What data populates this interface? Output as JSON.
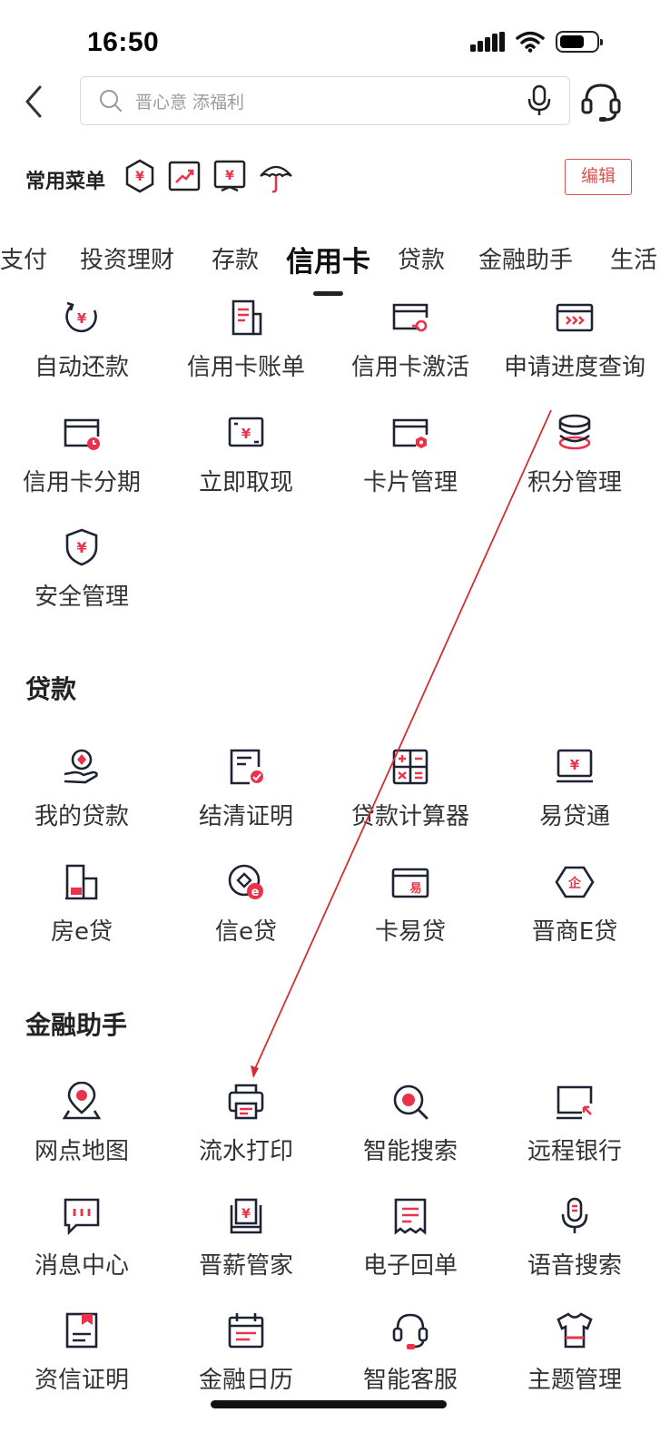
{
  "status_bar": {
    "time": "16:50"
  },
  "header": {
    "search_placeholder": "晋心意 添福利"
  },
  "favorites": {
    "title": "常用菜单",
    "edit_label": "编辑"
  },
  "tabs": [
    {
      "label": "支付"
    },
    {
      "label": "投资理财"
    },
    {
      "label": "存款"
    },
    {
      "label": "信用卡",
      "active": true
    },
    {
      "label": "贷款"
    },
    {
      "label": "金融助手"
    },
    {
      "label": "生活"
    }
  ],
  "credit_card": {
    "items": [
      {
        "label": "自动还款",
        "icon": "auto-repay-icon"
      },
      {
        "label": "信用卡账单",
        "icon": "bill-icon"
      },
      {
        "label": "信用卡激活",
        "icon": "card-activate-icon"
      },
      {
        "label": "申请进度查询",
        "icon": "progress-query-icon"
      },
      {
        "label": "信用卡分期",
        "icon": "installment-icon"
      },
      {
        "label": "立即取现",
        "icon": "cash-withdraw-icon"
      },
      {
        "label": "卡片管理",
        "icon": "card-manage-icon"
      },
      {
        "label": "积分管理",
        "icon": "points-icon"
      },
      {
        "label": "安全管理",
        "icon": "security-shield-icon"
      }
    ]
  },
  "loans": {
    "title": "贷款",
    "items": [
      {
        "label": "我的贷款",
        "icon": "my-loan-icon"
      },
      {
        "label": "结清证明",
        "icon": "settlement-cert-icon"
      },
      {
        "label": "贷款计算器",
        "icon": "calculator-icon"
      },
      {
        "label": "易贷通",
        "icon": "easy-loan-icon"
      },
      {
        "label": "房e贷",
        "icon": "house-loan-icon"
      },
      {
        "label": "信e贷",
        "icon": "credit-e-loan-icon"
      },
      {
        "label": "卡易贷",
        "icon": "card-loan-icon"
      },
      {
        "label": "晋商E贷",
        "icon": "jinshang-loan-icon"
      }
    ]
  },
  "assistant": {
    "title": "金融助手",
    "items": [
      {
        "label": "网点地图",
        "icon": "map-pin-icon"
      },
      {
        "label": "流水打印",
        "icon": "printer-icon"
      },
      {
        "label": "智能搜索",
        "icon": "smart-search-icon"
      },
      {
        "label": "远程银行",
        "icon": "remote-bank-icon"
      },
      {
        "label": "消息中心",
        "icon": "message-icon"
      },
      {
        "label": "晋薪管家",
        "icon": "salary-icon"
      },
      {
        "label": "电子回单",
        "icon": "receipt-icon"
      },
      {
        "label": "语音搜索",
        "icon": "microphone-icon"
      },
      {
        "label": "资信证明",
        "icon": "credit-cert-icon"
      },
      {
        "label": "金融日历",
        "icon": "calendar-icon"
      },
      {
        "label": "智能客服",
        "icon": "headset-icon"
      },
      {
        "label": "主题管理",
        "icon": "theme-shirt-icon"
      }
    ]
  },
  "colors": {
    "accent": "#e8334a",
    "icon_stroke": "#1f2233"
  }
}
